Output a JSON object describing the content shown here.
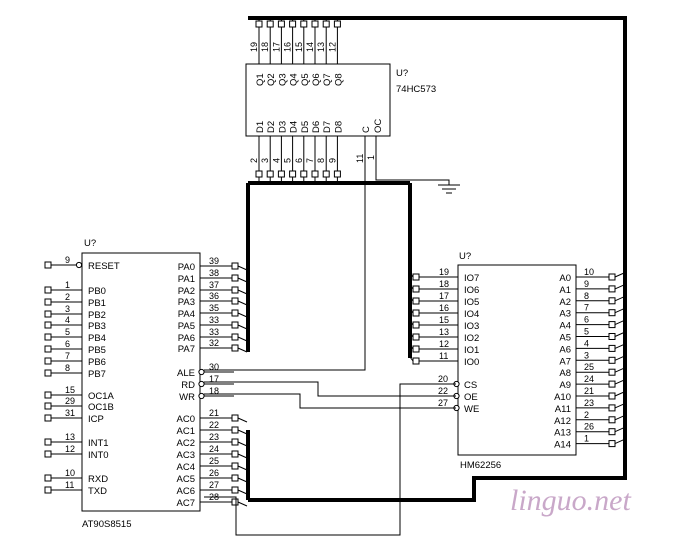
{
  "u_74hc573": {
    "ref": "U?",
    "part": "74HC573",
    "q_pins": [
      {
        "name": "Q1",
        "num": "19"
      },
      {
        "name": "Q2",
        "num": "18"
      },
      {
        "name": "Q3",
        "num": "17"
      },
      {
        "name": "Q4",
        "num": "16"
      },
      {
        "name": "Q5",
        "num": "15"
      },
      {
        "name": "Q6",
        "num": "14"
      },
      {
        "name": "Q7",
        "num": "13"
      },
      {
        "name": "Q8",
        "num": "12"
      }
    ],
    "d_pins": [
      {
        "name": "D1",
        "num": "2"
      },
      {
        "name": "D2",
        "num": "3"
      },
      {
        "name": "D3",
        "num": "4"
      },
      {
        "name": "D4",
        "num": "5"
      },
      {
        "name": "D5",
        "num": "6"
      },
      {
        "name": "D6",
        "num": "7"
      },
      {
        "name": "D7",
        "num": "8"
      },
      {
        "name": "D8",
        "num": "9"
      }
    ],
    "c_pin": {
      "name": "C",
      "num": "11"
    },
    "oc_pin": {
      "name": "OC",
      "num": "1"
    }
  },
  "u_avr": {
    "ref": "U?",
    "part": "AT90S8515",
    "left_pins": [
      {
        "name": "RESET",
        "num": "9"
      },
      {
        "name": "PB0",
        "num": "1"
      },
      {
        "name": "PB1",
        "num": "2"
      },
      {
        "name": "PB2",
        "num": "3"
      },
      {
        "name": "PB3",
        "num": "4"
      },
      {
        "name": "PB4",
        "num": "5"
      },
      {
        "name": "PB5",
        "num": "6"
      },
      {
        "name": "PB6",
        "num": "7"
      },
      {
        "name": "PB7",
        "num": "8"
      },
      {
        "name": "OC1A",
        "num": "15"
      },
      {
        "name": "OC1B",
        "num": "29"
      },
      {
        "name": "ICP",
        "num": "31"
      },
      {
        "name": "INT1",
        "num": "13"
      },
      {
        "name": "INT0",
        "num": "12"
      },
      {
        "name": "RXD",
        "num": "10"
      },
      {
        "name": "TXD",
        "num": "11"
      }
    ],
    "right_pins": [
      {
        "name": "PA0",
        "num": "39"
      },
      {
        "name": "PA1",
        "num": "38"
      },
      {
        "name": "PA2",
        "num": "37"
      },
      {
        "name": "PA3",
        "num": "36"
      },
      {
        "name": "PA4",
        "num": "35"
      },
      {
        "name": "PA5",
        "num": "33"
      },
      {
        "name": "PA6",
        "num": "33"
      },
      {
        "name": "PA7",
        "num": "32"
      },
      {
        "name": "ALE",
        "num": "30"
      },
      {
        "name": "RD",
        "num": "17"
      },
      {
        "name": "WR",
        "num": "18"
      },
      {
        "name": "AC0",
        "num": "21"
      },
      {
        "name": "AC1",
        "num": "22"
      },
      {
        "name": "AC2",
        "num": "23"
      },
      {
        "name": "AC3",
        "num": "24"
      },
      {
        "name": "AC4",
        "num": "25"
      },
      {
        "name": "AC5",
        "num": "26"
      },
      {
        "name": "AC6",
        "num": "27"
      },
      {
        "name": "AC7",
        "num": "28"
      }
    ]
  },
  "u_sram": {
    "ref": "U?",
    "part": "HM62256",
    "io_pins": [
      {
        "name": "IO7",
        "num": "19"
      },
      {
        "name": "IO6",
        "num": "18"
      },
      {
        "name": "IO5",
        "num": "17"
      },
      {
        "name": "IO4",
        "num": "16"
      },
      {
        "name": "IO3",
        "num": "15"
      },
      {
        "name": "IO2",
        "num": "13"
      },
      {
        "name": "IO1",
        "num": "12"
      },
      {
        "name": "IO0",
        "num": "11"
      }
    ],
    "ctrl_pins": [
      {
        "name": "CS",
        "num": "20"
      },
      {
        "name": "OE",
        "num": "22"
      },
      {
        "name": "WE",
        "num": "27"
      }
    ],
    "addr_pins": [
      {
        "name": "A0",
        "num": "10"
      },
      {
        "name": "A1",
        "num": "9"
      },
      {
        "name": "A2",
        "num": "8"
      },
      {
        "name": "A3",
        "num": "7"
      },
      {
        "name": "A4",
        "num": "6"
      },
      {
        "name": "A5",
        "num": "5"
      },
      {
        "name": "A6",
        "num": "4"
      },
      {
        "name": "A7",
        "num": "3"
      },
      {
        "name": "A8",
        "num": "25"
      },
      {
        "name": "A9",
        "num": "24"
      },
      {
        "name": "A10",
        "num": "21"
      },
      {
        "name": "A11",
        "num": "23"
      },
      {
        "name": "A12",
        "num": "2"
      },
      {
        "name": "A13",
        "num": "26"
      },
      {
        "name": "A14",
        "num": "1"
      }
    ]
  },
  "watermark": "linguo.net",
  "colors": {
    "wire": "#000000",
    "bus": "#000000",
    "watermark": "#c9a8c9"
  }
}
